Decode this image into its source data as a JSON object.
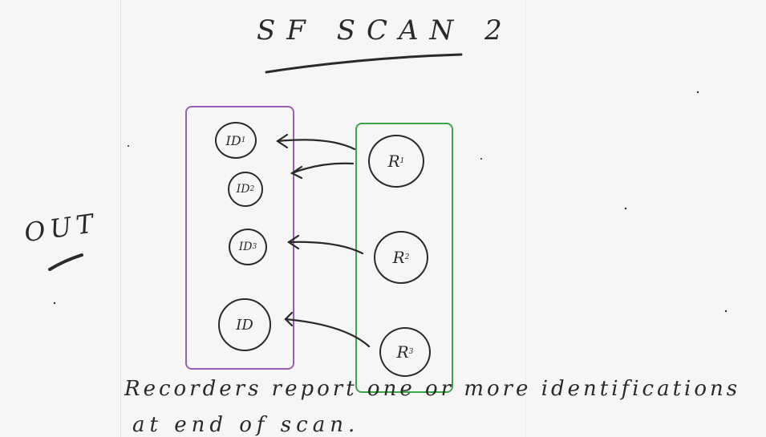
{
  "title": "SF SCAN 2",
  "side_label": "OUT",
  "left_group": {
    "border_color": "#9b5fb5",
    "nodes": [
      {
        "base": "ID",
        "sub": "1"
      },
      {
        "base": "ID",
        "sub": "2"
      },
      {
        "base": "ID",
        "sub": "3"
      },
      {
        "base": "ID",
        "sub": ""
      }
    ]
  },
  "right_group": {
    "border_color": "#3aa84a",
    "nodes": [
      {
        "base": "R",
        "sub": "1"
      },
      {
        "base": "R",
        "sub": "2"
      },
      {
        "base": "R",
        "sub": "3"
      }
    ]
  },
  "caption": {
    "line1": "Recorders report one or more identifications",
    "line2": "at end of scan."
  },
  "ink_color": "#2a2a2a"
}
